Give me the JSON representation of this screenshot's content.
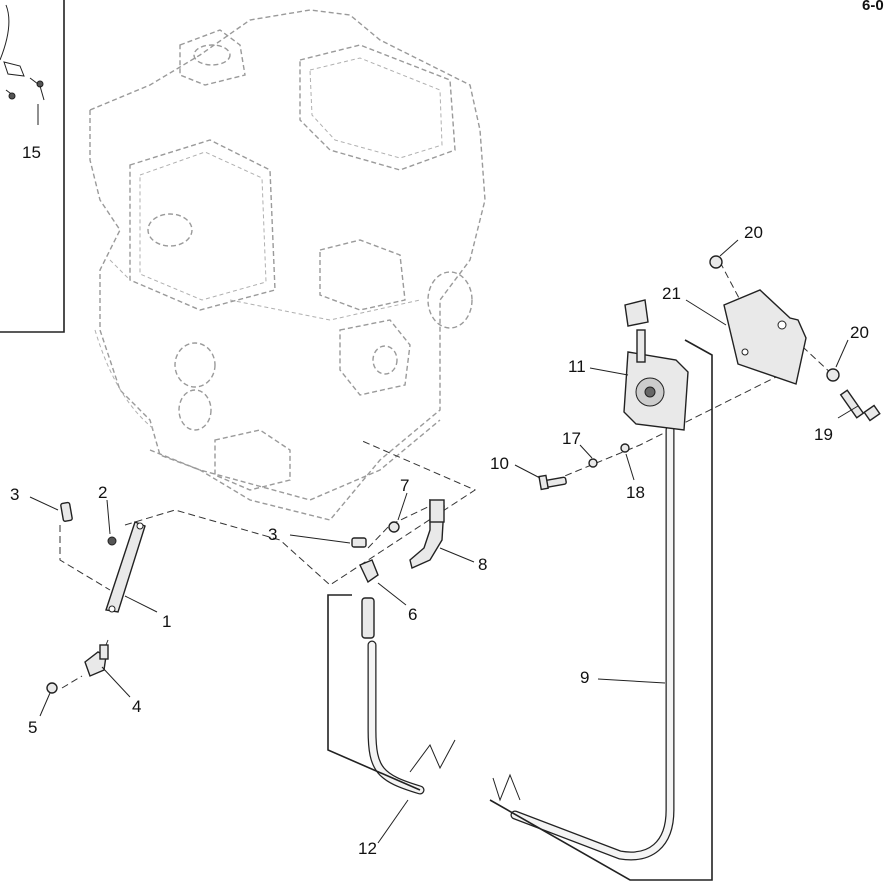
{
  "page_code": "6-0",
  "callouts": {
    "c1": "1",
    "c3a": "3",
    "c3b": "3",
    "c2": "2",
    "c4": "4",
    "c5": "5",
    "c6": "6",
    "c7": "7",
    "c8": "8",
    "c9": "9",
    "c10": "10",
    "c11": "11",
    "c12": "12",
    "c15": "15",
    "c17": "17",
    "c18": "18",
    "c19": "19",
    "c20a": "20",
    "c20b": "20",
    "c21": "21"
  }
}
